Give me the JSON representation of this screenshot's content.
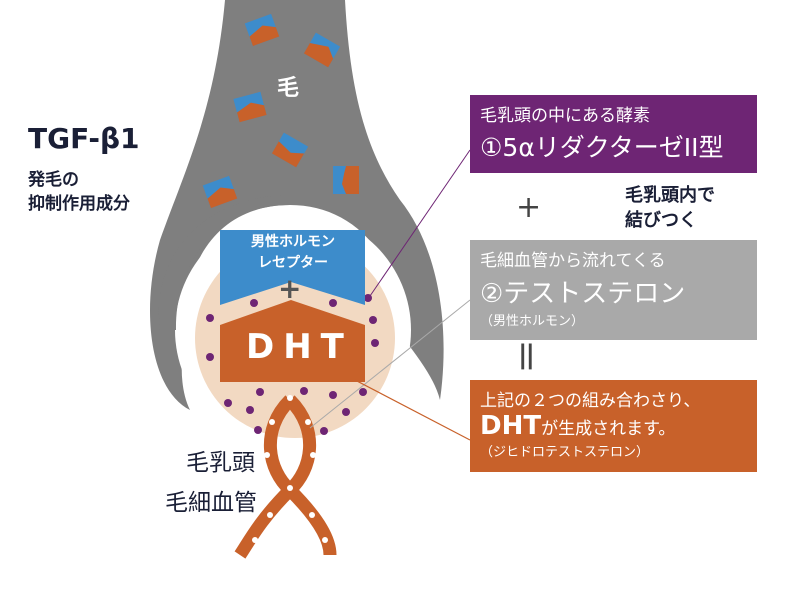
{
  "hair_label": "毛",
  "tgf": {
    "title": "TGF-β1",
    "line1": "発毛の",
    "line2": "抑制作用成分"
  },
  "receptor": {
    "line1": "男性ホルモン",
    "line2": "レセプター"
  },
  "receptor_plus": "+",
  "dht_label": "DHT",
  "papilla_label": "毛乳頭",
  "capillary_label": "毛細血管",
  "enzyme_box": {
    "line1": "毛乳頭の中にある酵素",
    "line2": "①5αリダクターゼII型"
  },
  "plus_sign": "+",
  "bind_note": {
    "line1": "毛乳頭内で",
    "line2": "結びつく"
  },
  "testosterone_box": {
    "line1": "毛細血管から流れてくる",
    "line2": "②テストステロン",
    "line3": "（男性ホルモン）"
  },
  "equals_sign": "||",
  "dht_box": {
    "line1": "上記の２つの組み合わさり、",
    "line2_strong": "DHT",
    "line2_rest": "が生成されます。",
    "line3": "（ジヒドロテストステロン）"
  },
  "colors": {
    "gray": "#7f7f7f",
    "purple": "#6e2574",
    "boxgray": "#a9a9a9",
    "orange": "#c8612a",
    "blue": "#3d8ccb",
    "beige": "#f2d9c2",
    "navy": "#1a1f36"
  }
}
